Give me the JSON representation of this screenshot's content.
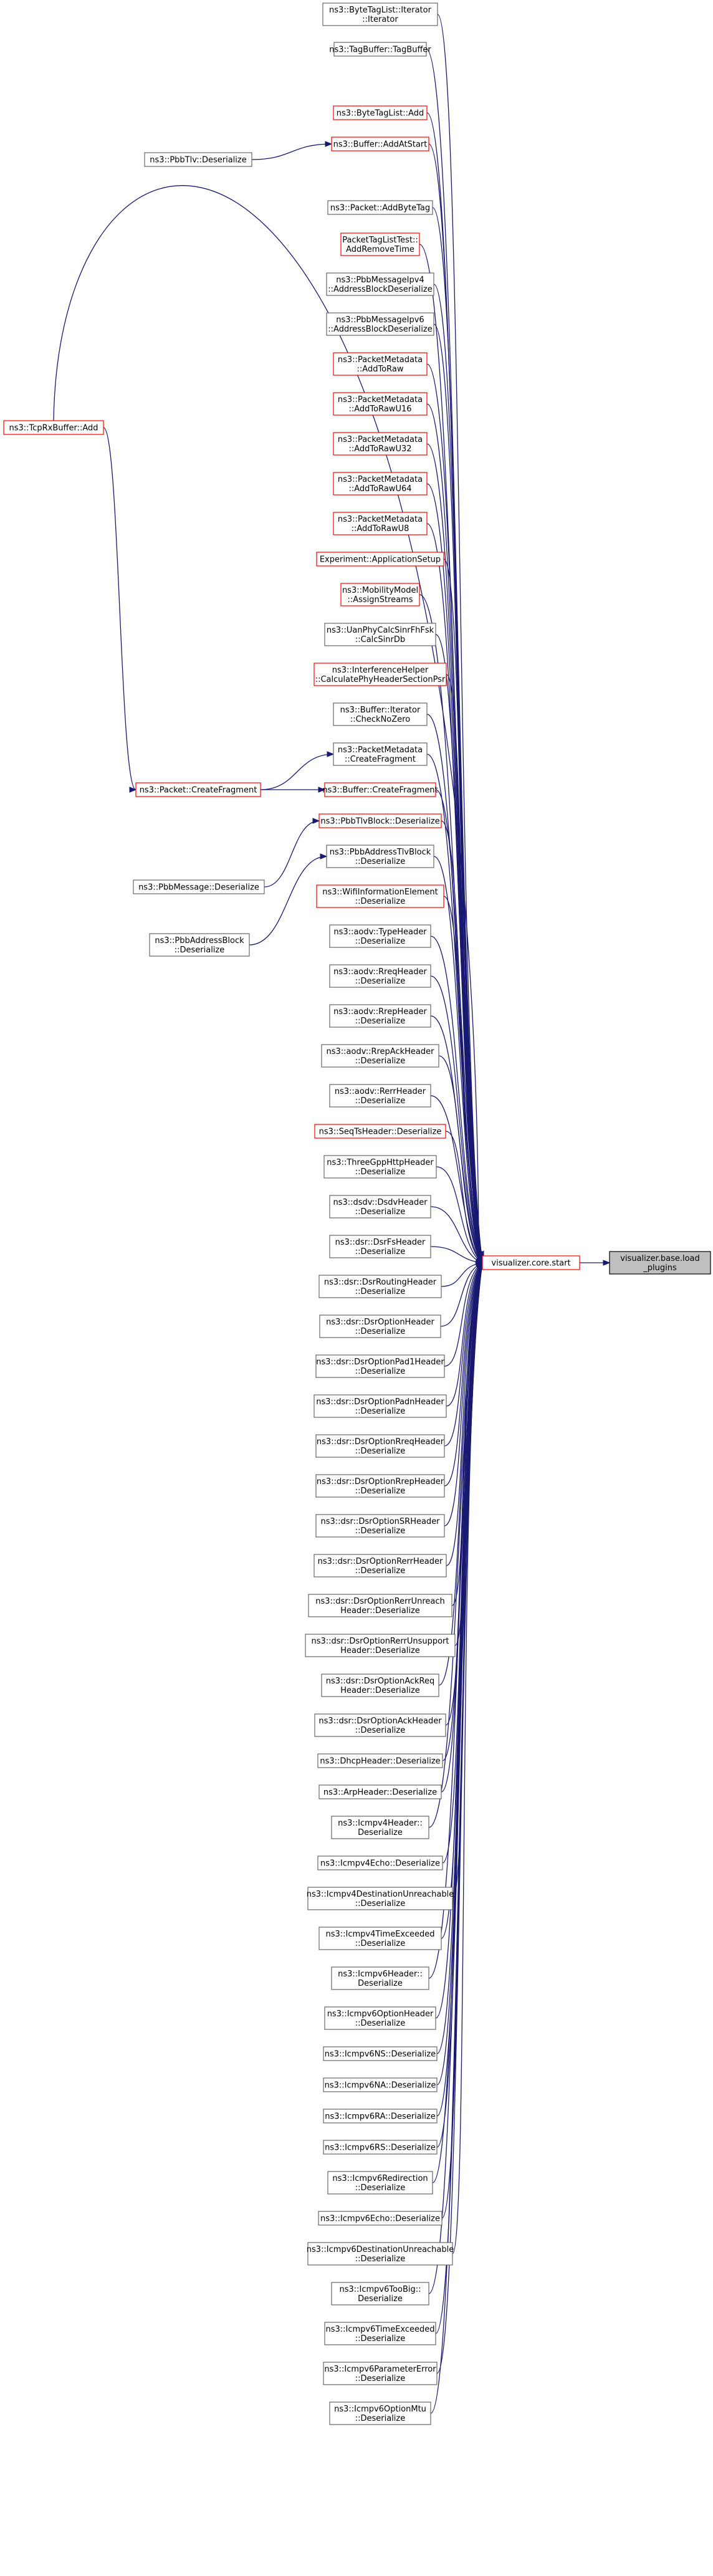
{
  "graph": {
    "type": "doxygen-caller-graph",
    "current_node": "visualizer.base.load_plugins",
    "nodes": [
      {
        "id": "load_plugins",
        "lines": [
          "visualizer.base.load",
          "_plugins"
        ],
        "style": "current"
      },
      {
        "id": "core_start",
        "lines": [
          "visualizer.core.start"
        ],
        "style": "red"
      },
      {
        "id": "c1",
        "lines": [
          "ns3::ByteTagList::Iterator",
          "::Iterator"
        ],
        "style": "black"
      },
      {
        "id": "c2",
        "lines": [
          "ns3::TagBuffer::TagBuffer"
        ],
        "style": "black"
      },
      {
        "id": "c3",
        "lines": [
          "ns3::ByteTagList::Add"
        ],
        "style": "red"
      },
      {
        "id": "c4",
        "lines": [
          "ns3::Buffer::AddAtStart"
        ],
        "style": "red"
      },
      {
        "id": "c5",
        "lines": [
          "ns3::Packet::AddByteTag"
        ],
        "style": "black"
      },
      {
        "id": "c6",
        "lines": [
          "PacketTagListTest::",
          "AddRemoveTime"
        ],
        "style": "red"
      },
      {
        "id": "c7",
        "lines": [
          "ns3::PbbMessageIpv4",
          "::AddressBlockDeserialize"
        ],
        "style": "black"
      },
      {
        "id": "c8",
        "lines": [
          "ns3::PbbMessageIpv6",
          "::AddressBlockDeserialize"
        ],
        "style": "black"
      },
      {
        "id": "c9",
        "lines": [
          "ns3::PacketMetadata",
          "::AddToRaw"
        ],
        "style": "red"
      },
      {
        "id": "c10",
        "lines": [
          "ns3::PacketMetadata",
          "::AddToRawU16"
        ],
        "style": "red"
      },
      {
        "id": "c11",
        "lines": [
          "ns3::PacketMetadata",
          "::AddToRawU32"
        ],
        "style": "red"
      },
      {
        "id": "c12",
        "lines": [
          "ns3::PacketMetadata",
          "::AddToRawU64"
        ],
        "style": "red"
      },
      {
        "id": "c13",
        "lines": [
          "ns3::PacketMetadata",
          "::AddToRawU8"
        ],
        "style": "red"
      },
      {
        "id": "c14",
        "lines": [
          "Experiment::ApplicationSetup"
        ],
        "style": "red"
      },
      {
        "id": "c15",
        "lines": [
          "ns3::MobilityModel",
          "::AssignStreams"
        ],
        "style": "red"
      },
      {
        "id": "c16",
        "lines": [
          "ns3::UanPhyCalcSinrFhFsk",
          "::CalcSinrDb"
        ],
        "style": "black"
      },
      {
        "id": "c17",
        "lines": [
          "ns3::InterferenceHelper",
          "::CalculatePhyHeaderSectionPsr"
        ],
        "style": "red"
      },
      {
        "id": "c18",
        "lines": [
          "ns3::Buffer::Iterator",
          "::CheckNoZero"
        ],
        "style": "black"
      },
      {
        "id": "c19",
        "lines": [
          "ns3::PacketMetadata",
          "::CreateFragment"
        ],
        "style": "black"
      },
      {
        "id": "c20",
        "lines": [
          "ns3::Buffer::CreateFragment"
        ],
        "style": "red"
      },
      {
        "id": "c21",
        "lines": [
          "ns3::PbbTlvBlock::Deserialize"
        ],
        "style": "red"
      },
      {
        "id": "c22",
        "lines": [
          "ns3::PbbAddressTlvBlock",
          "::Deserialize"
        ],
        "style": "black"
      },
      {
        "id": "c23",
        "lines": [
          "ns3::WifiInformationElement",
          "::Deserialize"
        ],
        "style": "red"
      },
      {
        "id": "c24",
        "lines": [
          "ns3::aodv::TypeHeader",
          "::Deserialize"
        ],
        "style": "black"
      },
      {
        "id": "c25",
        "lines": [
          "ns3::aodv::RreqHeader",
          "::Deserialize"
        ],
        "style": "black"
      },
      {
        "id": "c26",
        "lines": [
          "ns3::aodv::RrepHeader",
          "::Deserialize"
        ],
        "style": "black"
      },
      {
        "id": "c27",
        "lines": [
          "ns3::aodv::RrepAckHeader",
          "::Deserialize"
        ],
        "style": "black"
      },
      {
        "id": "c28",
        "lines": [
          "ns3::aodv::RerrHeader",
          "::Deserialize"
        ],
        "style": "black"
      },
      {
        "id": "c29",
        "lines": [
          "ns3::SeqTsHeader::Deserialize"
        ],
        "style": "red"
      },
      {
        "id": "c30",
        "lines": [
          "ns3::ThreeGppHttpHeader",
          "::Deserialize"
        ],
        "style": "black"
      },
      {
        "id": "c31",
        "lines": [
          "ns3::dsdv::DsdvHeader",
          "::Deserialize"
        ],
        "style": "black"
      },
      {
        "id": "c32",
        "lines": [
          "ns3::dsr::DsrFsHeader",
          "::Deserialize"
        ],
        "style": "black"
      },
      {
        "id": "c33",
        "lines": [
          "ns3::dsr::DsrRoutingHeader",
          "::Deserialize"
        ],
        "style": "black"
      },
      {
        "id": "c34",
        "lines": [
          "ns3::dsr::DsrOptionHeader",
          "::Deserialize"
        ],
        "style": "black"
      },
      {
        "id": "c35",
        "lines": [
          "ns3::dsr::DsrOptionPad1Header",
          "::Deserialize"
        ],
        "style": "black"
      },
      {
        "id": "c36",
        "lines": [
          "ns3::dsr::DsrOptionPadnHeader",
          "::Deserialize"
        ],
        "style": "black"
      },
      {
        "id": "c37",
        "lines": [
          "ns3::dsr::DsrOptionRreqHeader",
          "::Deserialize"
        ],
        "style": "black"
      },
      {
        "id": "c38",
        "lines": [
          "ns3::dsr::DsrOptionRrepHeader",
          "::Deserialize"
        ],
        "style": "black"
      },
      {
        "id": "c39",
        "lines": [
          "ns3::dsr::DsrOptionSRHeader",
          "::Deserialize"
        ],
        "style": "black"
      },
      {
        "id": "c40",
        "lines": [
          "ns3::dsr::DsrOptionRerrHeader",
          "::Deserialize"
        ],
        "style": "black"
      },
      {
        "id": "c41",
        "lines": [
          "ns3::dsr::DsrOptionRerrUnreach",
          "Header::Deserialize"
        ],
        "style": "black"
      },
      {
        "id": "c42",
        "lines": [
          "ns3::dsr::DsrOptionRerrUnsupport",
          "Header::Deserialize"
        ],
        "style": "black"
      },
      {
        "id": "c43",
        "lines": [
          "ns3::dsr::DsrOptionAckReq",
          "Header::Deserialize"
        ],
        "style": "black"
      },
      {
        "id": "c44",
        "lines": [
          "ns3::dsr::DsrOptionAckHeader",
          "::Deserialize"
        ],
        "style": "black"
      },
      {
        "id": "c45",
        "lines": [
          "ns3::DhcpHeader::Deserialize"
        ],
        "style": "black"
      },
      {
        "id": "c46",
        "lines": [
          "ns3::ArpHeader::Deserialize"
        ],
        "style": "black"
      },
      {
        "id": "c47",
        "lines": [
          "ns3::Icmpv4Header::",
          "Deserialize"
        ],
        "style": "black"
      },
      {
        "id": "c48",
        "lines": [
          "ns3::Icmpv4Echo::Deserialize"
        ],
        "style": "black"
      },
      {
        "id": "c49",
        "lines": [
          "ns3::Icmpv4DestinationUnreachable",
          "::Deserialize"
        ],
        "style": "black"
      },
      {
        "id": "c50",
        "lines": [
          "ns3::Icmpv4TimeExceeded",
          "::Deserialize"
        ],
        "style": "black"
      },
      {
        "id": "c51",
        "lines": [
          "ns3::Icmpv6Header::",
          "Deserialize"
        ],
        "style": "black"
      },
      {
        "id": "c52",
        "lines": [
          "ns3::Icmpv6OptionHeader",
          "::Deserialize"
        ],
        "style": "black"
      },
      {
        "id": "c53",
        "lines": [
          "ns3::Icmpv6NS::Deserialize"
        ],
        "style": "black"
      },
      {
        "id": "c54",
        "lines": [
          "ns3::Icmpv6NA::Deserialize"
        ],
        "style": "black"
      },
      {
        "id": "c55",
        "lines": [
          "ns3::Icmpv6RA::Deserialize"
        ],
        "style": "black"
      },
      {
        "id": "c56",
        "lines": [
          "ns3::Icmpv6RS::Deserialize"
        ],
        "style": "black"
      },
      {
        "id": "c57",
        "lines": [
          "ns3::Icmpv6Redirection",
          "::Deserialize"
        ],
        "style": "black"
      },
      {
        "id": "c58",
        "lines": [
          "ns3::Icmpv6Echo::Deserialize"
        ],
        "style": "black"
      },
      {
        "id": "c59",
        "lines": [
          "ns3::Icmpv6DestinationUnreachable",
          "::Deserialize"
        ],
        "style": "black"
      },
      {
        "id": "c60",
        "lines": [
          "ns3::Icmpv6TooBig::",
          "Deserialize"
        ],
        "style": "black"
      },
      {
        "id": "c61",
        "lines": [
          "ns3::Icmpv6TimeExceeded",
          "::Deserialize"
        ],
        "style": "black"
      },
      {
        "id": "c62",
        "lines": [
          "ns3::Icmpv6ParameterError",
          "::Deserialize"
        ],
        "style": "black"
      },
      {
        "id": "c63",
        "lines": [
          "ns3::Icmpv6OptionMtu",
          "::Deserialize"
        ],
        "style": "black"
      },
      {
        "id": "tcprx",
        "lines": [
          "ns3::TcpRxBuffer::Add"
        ],
        "style": "red"
      },
      {
        "id": "pbbtlv",
        "lines": [
          "ns3::PbbTlv::Deserialize"
        ],
        "style": "black"
      },
      {
        "id": "packetcf",
        "lines": [
          "ns3::Packet::CreateFragment"
        ],
        "style": "red"
      },
      {
        "id": "pbbmsg",
        "lines": [
          "ns3::PbbMessage::Deserialize"
        ],
        "style": "black"
      },
      {
        "id": "pbbaddr",
        "lines": [
          "ns3::PbbAddressBlock",
          "::Deserialize"
        ],
        "style": "black"
      }
    ],
    "edges": [
      [
        "core_start",
        "load_plugins"
      ],
      [
        "c1",
        "core_start"
      ],
      [
        "c2",
        "core_start"
      ],
      [
        "c3",
        "core_start"
      ],
      [
        "c4",
        "core_start"
      ],
      [
        "c5",
        "core_start"
      ],
      [
        "c6",
        "core_start"
      ],
      [
        "c7",
        "core_start"
      ],
      [
        "c8",
        "core_start"
      ],
      [
        "c9",
        "core_start"
      ],
      [
        "c10",
        "core_start"
      ],
      [
        "c11",
        "core_start"
      ],
      [
        "c12",
        "core_start"
      ],
      [
        "c13",
        "core_start"
      ],
      [
        "c14",
        "core_start"
      ],
      [
        "c15",
        "core_start"
      ],
      [
        "c16",
        "core_start"
      ],
      [
        "c17",
        "core_start"
      ],
      [
        "c18",
        "core_start"
      ],
      [
        "c19",
        "core_start"
      ],
      [
        "c20",
        "core_start"
      ],
      [
        "c21",
        "core_start"
      ],
      [
        "c22",
        "core_start"
      ],
      [
        "c23",
        "core_start"
      ],
      [
        "c24",
        "core_start"
      ],
      [
        "c25",
        "core_start"
      ],
      [
        "c26",
        "core_start"
      ],
      [
        "c27",
        "core_start"
      ],
      [
        "c28",
        "core_start"
      ],
      [
        "c29",
        "core_start"
      ],
      [
        "c30",
        "core_start"
      ],
      [
        "c31",
        "core_start"
      ],
      [
        "c32",
        "core_start"
      ],
      [
        "c33",
        "core_start"
      ],
      [
        "c34",
        "core_start"
      ],
      [
        "c35",
        "core_start"
      ],
      [
        "c36",
        "core_start"
      ],
      [
        "c37",
        "core_start"
      ],
      [
        "c38",
        "core_start"
      ],
      [
        "c39",
        "core_start"
      ],
      [
        "c40",
        "core_start"
      ],
      [
        "c41",
        "core_start"
      ],
      [
        "c42",
        "core_start"
      ],
      [
        "c43",
        "core_start"
      ],
      [
        "c44",
        "core_start"
      ],
      [
        "c45",
        "core_start"
      ],
      [
        "c46",
        "core_start"
      ],
      [
        "c47",
        "core_start"
      ],
      [
        "c48",
        "core_start"
      ],
      [
        "c49",
        "core_start"
      ],
      [
        "c50",
        "core_start"
      ],
      [
        "c51",
        "core_start"
      ],
      [
        "c52",
        "core_start"
      ],
      [
        "c53",
        "core_start"
      ],
      [
        "c54",
        "core_start"
      ],
      [
        "c55",
        "core_start"
      ],
      [
        "c56",
        "core_start"
      ],
      [
        "c57",
        "core_start"
      ],
      [
        "c58",
        "core_start"
      ],
      [
        "c59",
        "core_start"
      ],
      [
        "c60",
        "core_start"
      ],
      [
        "c61",
        "core_start"
      ],
      [
        "c62",
        "core_start"
      ],
      [
        "c63",
        "core_start"
      ],
      [
        "tcprx",
        "core_start"
      ],
      [
        "pbbtlv",
        "c4"
      ],
      [
        "packetcf",
        "c19"
      ],
      [
        "packetcf",
        "c20"
      ],
      [
        "tcprx",
        "packetcf"
      ],
      [
        "pbbmsg",
        "c21"
      ],
      [
        "pbbaddr",
        "c22"
      ]
    ]
  }
}
